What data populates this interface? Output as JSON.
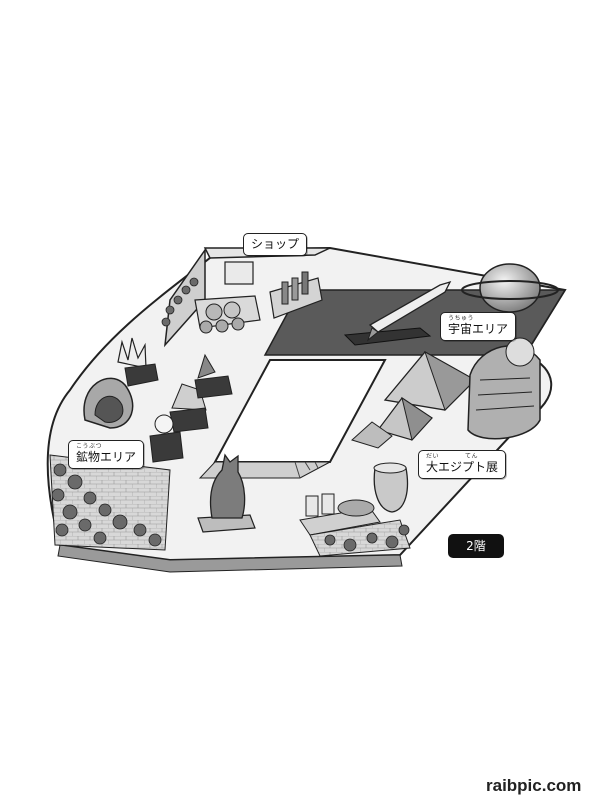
{
  "areas": {
    "shop": {
      "label": "ショップ"
    },
    "space": {
      "label": "宇宙エリア",
      "ruby": "うちゅう"
    },
    "minerals": {
      "label": "鉱物エリア",
      "ruby": "こうぶつ"
    },
    "egypt": {
      "label": "大エジプト展",
      "ruby": "だい　　　　てん"
    }
  },
  "floor": {
    "label": "2階"
  },
  "watermark": {
    "text": "raibpic.com"
  }
}
